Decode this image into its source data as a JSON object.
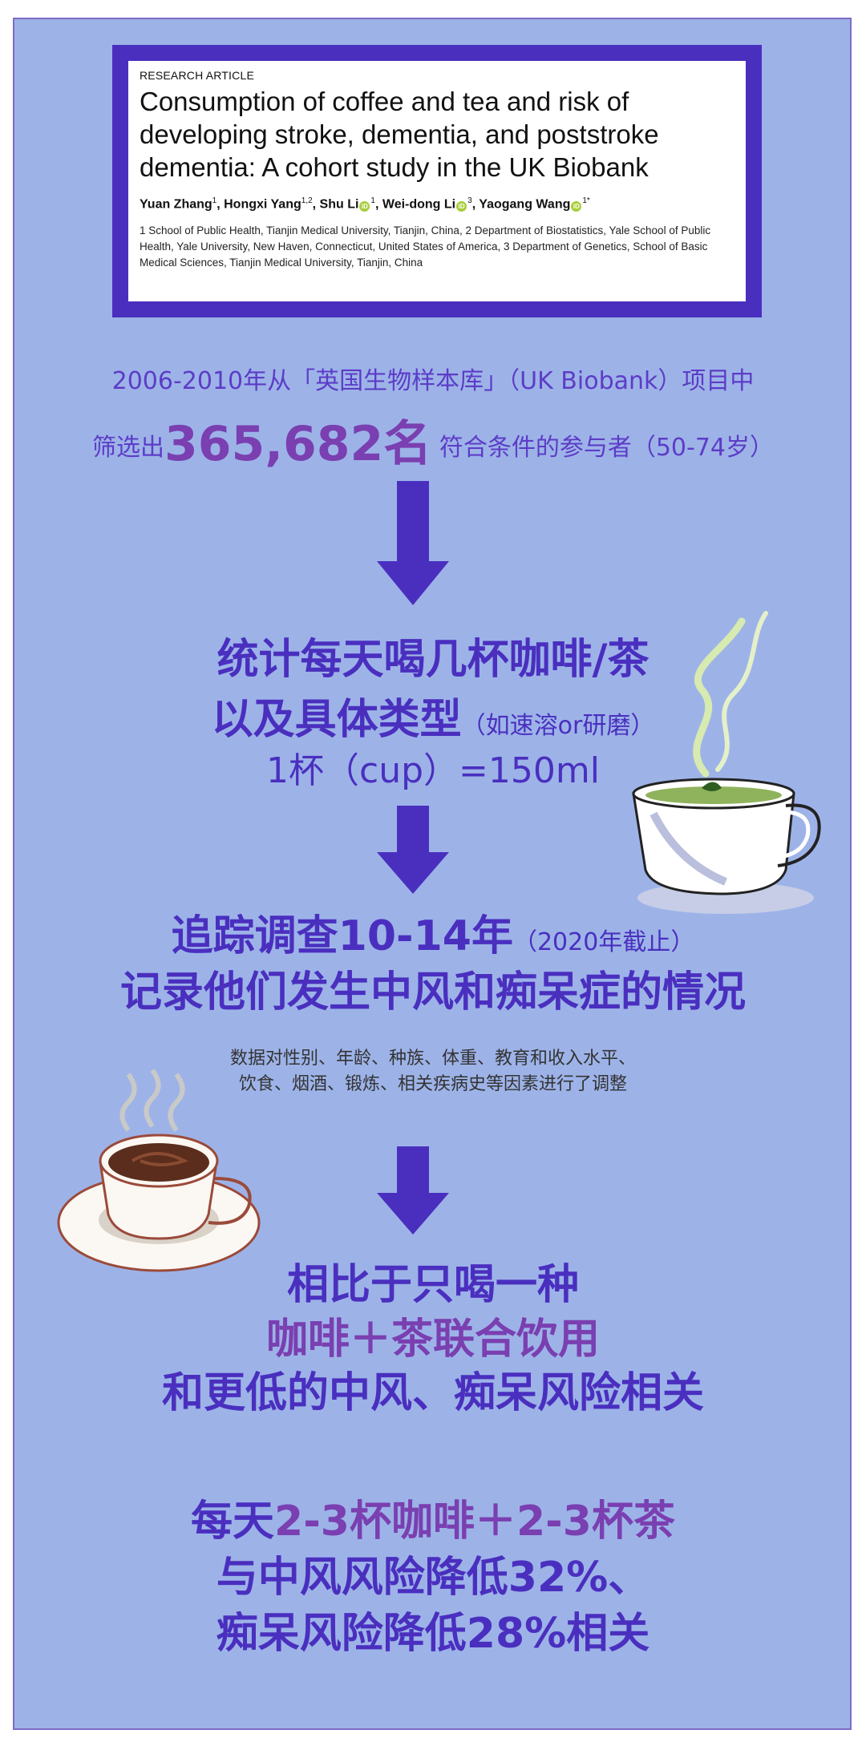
{
  "article": {
    "tag": "RESEARCH ARTICLE",
    "title": "Consumption of coffee and tea and risk of developing stroke, dementia, and poststroke dementia: A cohort study in the UK Biobank",
    "authors": [
      {
        "name": "Yuan Zhang",
        "sup": "1"
      },
      {
        "name": "Hongxi Yang",
        "sup": "1,2"
      },
      {
        "name": "Shu Li",
        "sup": "1"
      },
      {
        "name": "Wei-dong Li",
        "sup": "3"
      },
      {
        "name": "Yaogang Wang",
        "sup": "1*"
      }
    ],
    "affiliations": "1 School of Public Health, Tianjin Medical University, Tianjin, China, 2 Department of Biostatistics, Yale School of Public Health, Yale University, New Haven, Connecticut, United States of America, 3 Department of Genetics, School of Basic Medical Sciences, Tianjin Medical University, Tianjin, China"
  },
  "intro": {
    "line1": "2006-2010年从「英国生物样本库」（UK Biobank）项目中",
    "line2_prefix": "筛选出",
    "line2_big": "365,682名",
    "line2_suffix": " 符合条件的参与者（50-74岁）"
  },
  "step1": {
    "line1": "统计每天喝几杯咖啡/茶",
    "line2_main": "以及具体类型",
    "line2_small": "（如速溶or研磨）",
    "line3": "1杯（cup）=150ml"
  },
  "step2": {
    "line1_main": "追踪调查10-14年",
    "line1_small": "（2020年截止）",
    "line2": "记录他们发生中风和痴呆症的情况"
  },
  "note": {
    "line1": "数据对性别、年龄、种族、体重、教育和收入水平、",
    "line2": "饮食、烟酒、锻炼、相关疾病史等因素进行了调整"
  },
  "conclusion": {
    "line1": "相比于只喝一种",
    "line2": "咖啡＋茶联合饮用",
    "line3": "和更低的中风、痴呆风险相关"
  },
  "finding": {
    "line1_a": "每天",
    "line1_b": "2-3杯咖啡＋2-3杯茶",
    "line2": "与中风风险降低32%、",
    "line3": "痴呆风险降低28%相关"
  }
}
